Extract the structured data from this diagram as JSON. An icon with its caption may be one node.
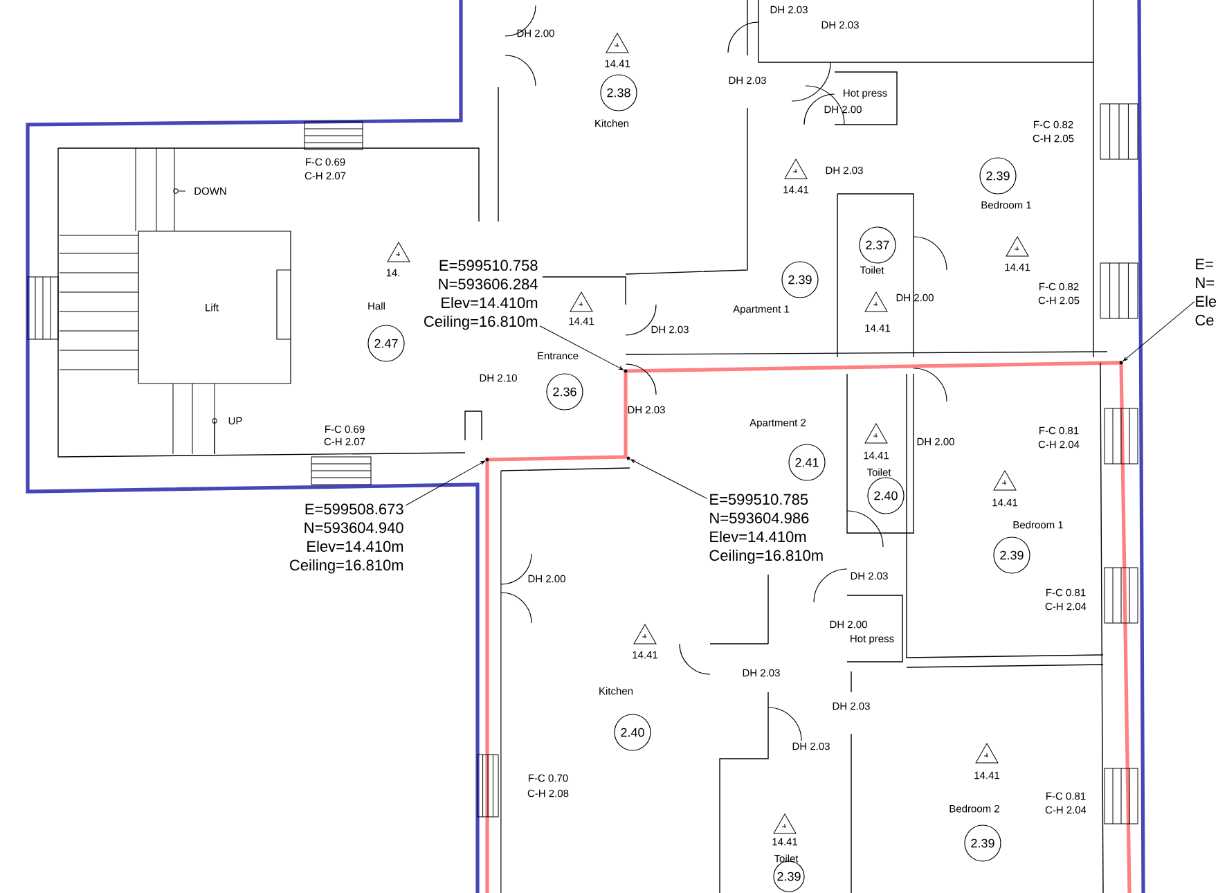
{
  "diagram": {
    "nodes": [
      {
        "text": [
          "2.38"
        ]
      },
      {
        "text": [
          "2.39"
        ]
      },
      {
        "text": [
          "2.37"
        ]
      },
      {
        "text": [
          "E=599510.758",
          "N=593606.284",
          "Elev=14.410m",
          "Ceiling=16.810m"
        ]
      },
      {
        "text": [
          "E=",
          "N=",
          "Ele",
          "Ce"
        ]
      },
      {
        "text": [
          "2.39"
        ]
      },
      {
        "text": [
          "2.47"
        ]
      },
      {
        "text": [
          "2.36"
        ]
      },
      {
        "text": [
          "2.41"
        ]
      },
      {
        "text": [
          "2.40"
        ]
      },
      {
        "text": [
          "E=599508.673",
          "N=593604.940",
          "Elev=14.410m",
          "Ceiling=16.810m"
        ]
      },
      {
        "text": [
          "E=599510.785",
          "N=593604.986",
          "Elev=14.410m",
          "Ceiling=16.810m"
        ]
      },
      {
        "text": [
          "2.39"
        ]
      },
      {
        "text": [
          "2.40"
        ]
      },
      {
        "text": [
          "2.39"
        ]
      },
      {
        "text": [
          "2.39"
        ]
      },
      {
        "text": [],
        "shape": "dot"
      },
      {
        "text": [],
        "shape": "dot"
      },
      {
        "text": [],
        "shape": "dot"
      },
      {
        "text": [],
        "shape": "dot"
      }
    ],
    "edges": [
      {
        "from": 3,
        "to": 16,
        "arrow": "to"
      },
      {
        "from": 4,
        "to": 17,
        "arrow": "to"
      },
      {
        "from": 10,
        "to": 18,
        "arrow": "to"
      },
      {
        "from": 11,
        "to": 19,
        "arrow": "to"
      }
    ],
    "labels": [
      "DH 2.03",
      "DH 2.00",
      "DH 2.03",
      "14.41",
      "DH 2.03",
      "Hot press",
      "DH 2.00",
      "Kitchen",
      "F-C 0.82",
      "C-H 2.05",
      "F-C 0.69",
      "C-H 2.07",
      "DH 2.03",
      "14.41",
      "DOWN",
      "Bedroom 1",
      "14.",
      "Toilet",
      "14.41",
      "F-C 0.82",
      "C-H 2.05",
      "DH 2.00",
      "Hall",
      "Lift",
      "Apartment 1",
      "14.41",
      "DH 2.03",
      "14.41",
      "Entrance",
      "DH 2.10",
      "DH 2.03",
      "UP",
      "Apartment 2",
      "F-C 0.69",
      "C-H 2.07",
      "F-C 0.81",
      "C-H 2.04",
      "DH 2.00",
      "14.41",
      "Toilet",
      "14.41",
      "Bedroom 1",
      "DH 2.03",
      "DH 2.00",
      "F-C 0.81",
      "C-H 2.04",
      "DH 2.00",
      "Hot press",
      "14.41",
      "DH 2.03",
      "Kitchen",
      "DH 2.03",
      "DH 2.03",
      "14.41",
      "F-C 0.70",
      "C-H 2.08",
      "F-C 0.81",
      "C-H 2.04",
      "Bedroom 2",
      "14.41",
      "Toilet"
    ]
  }
}
